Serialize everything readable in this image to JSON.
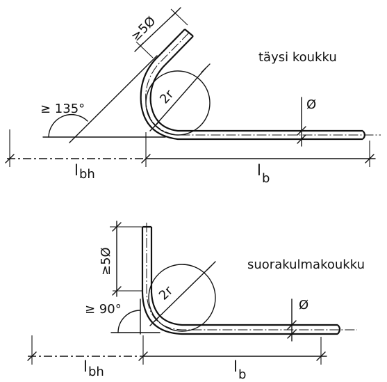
{
  "top_figure": {
    "title": "täysi koukku",
    "angle_label": "≥ 135°",
    "straight_label": "≥5Ø",
    "diameter_label": "2r",
    "bar_label": "Ø",
    "lbh_main": "l",
    "lbh_sub": "bh",
    "lb_main": "l",
    "lb_sub": "b"
  },
  "bottom_figure": {
    "title": "suorakulmakoukku",
    "angle_label": "≥ 90°",
    "straight_label": "≥5Ø",
    "diameter_label": "2r",
    "bar_label": "Ø",
    "lbh_main": "l",
    "lbh_sub": "bh",
    "lb_main": "l",
    "lb_sub": "b"
  }
}
